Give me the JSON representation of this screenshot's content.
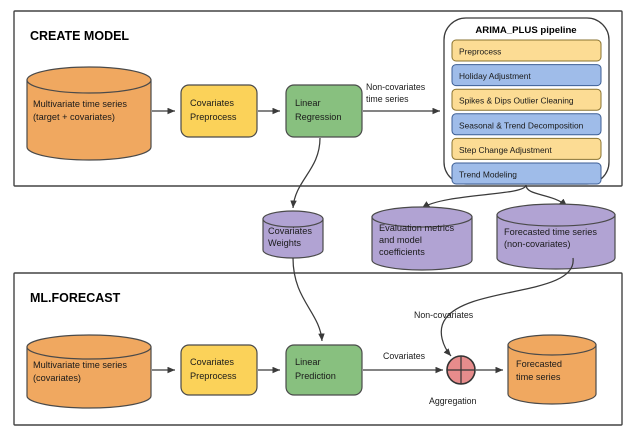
{
  "diagram": {
    "title": "BigQuery ML multivariate time series ARIMA_PLUS_XREG flow",
    "colors": {
      "orange": "#f0a860",
      "purple": "#b1a3d3",
      "yellow": "#fbd259",
      "green": "#88c07f",
      "pipeline_yellow": "#fcdc94",
      "pipeline_blue": "#9fbce9",
      "aggregation_pink": "#e78c8c",
      "frame_stroke": "#444444",
      "background": "#ffffff"
    }
  },
  "create_model": {
    "title": "CREATE MODEL",
    "input_store": {
      "line1": "Multivariate time series",
      "line2": "(target + covariates)"
    },
    "preprocess_box": {
      "line1": "Covariates",
      "line2": "Preprocess"
    },
    "regression_box": {
      "line1": "Linear",
      "line2": "Regression"
    },
    "edge_to_pipeline": {
      "line1": "Non-covariates",
      "line2": "time series"
    }
  },
  "pipeline": {
    "title": "ARIMA_PLUS pipeline",
    "steps": [
      {
        "label": "Preprocess",
        "tone": "yellow"
      },
      {
        "label": "Holiday Adjustment",
        "tone": "blue"
      },
      {
        "label": "Spikes & Dips Outlier Cleaning",
        "tone": "yellow"
      },
      {
        "label": "Seasonal & Trend Decomposition",
        "tone": "blue"
      },
      {
        "label": "Step Change Adjustment",
        "tone": "yellow"
      },
      {
        "label": "Trend Modeling",
        "tone": "blue"
      }
    ]
  },
  "artifacts": [
    {
      "line1": "Covariates",
      "line2": "Weights",
      "line3": ""
    },
    {
      "line1": "Evaluation metrics",
      "line2": "and model",
      "line3": "coefficients"
    },
    {
      "line1": "Forecasted time series",
      "line2": "(non-covariates)",
      "line3": ""
    }
  ],
  "ml_forecast": {
    "title": "ML.FORECAST",
    "input_store": {
      "line1": "Multivariate time series",
      "line2": "(covariates)"
    },
    "preprocess_box": {
      "line1": "Covariates",
      "line2": "Preprocess"
    },
    "prediction_box": {
      "line1": "Linear",
      "line2": "Prediction"
    },
    "edge_covariates": "Covariates",
    "edge_non_covariates": "Non-covariates",
    "aggregation_label": "Aggregation",
    "output_store": {
      "line1": "Forecasted",
      "line2": "time series"
    }
  }
}
